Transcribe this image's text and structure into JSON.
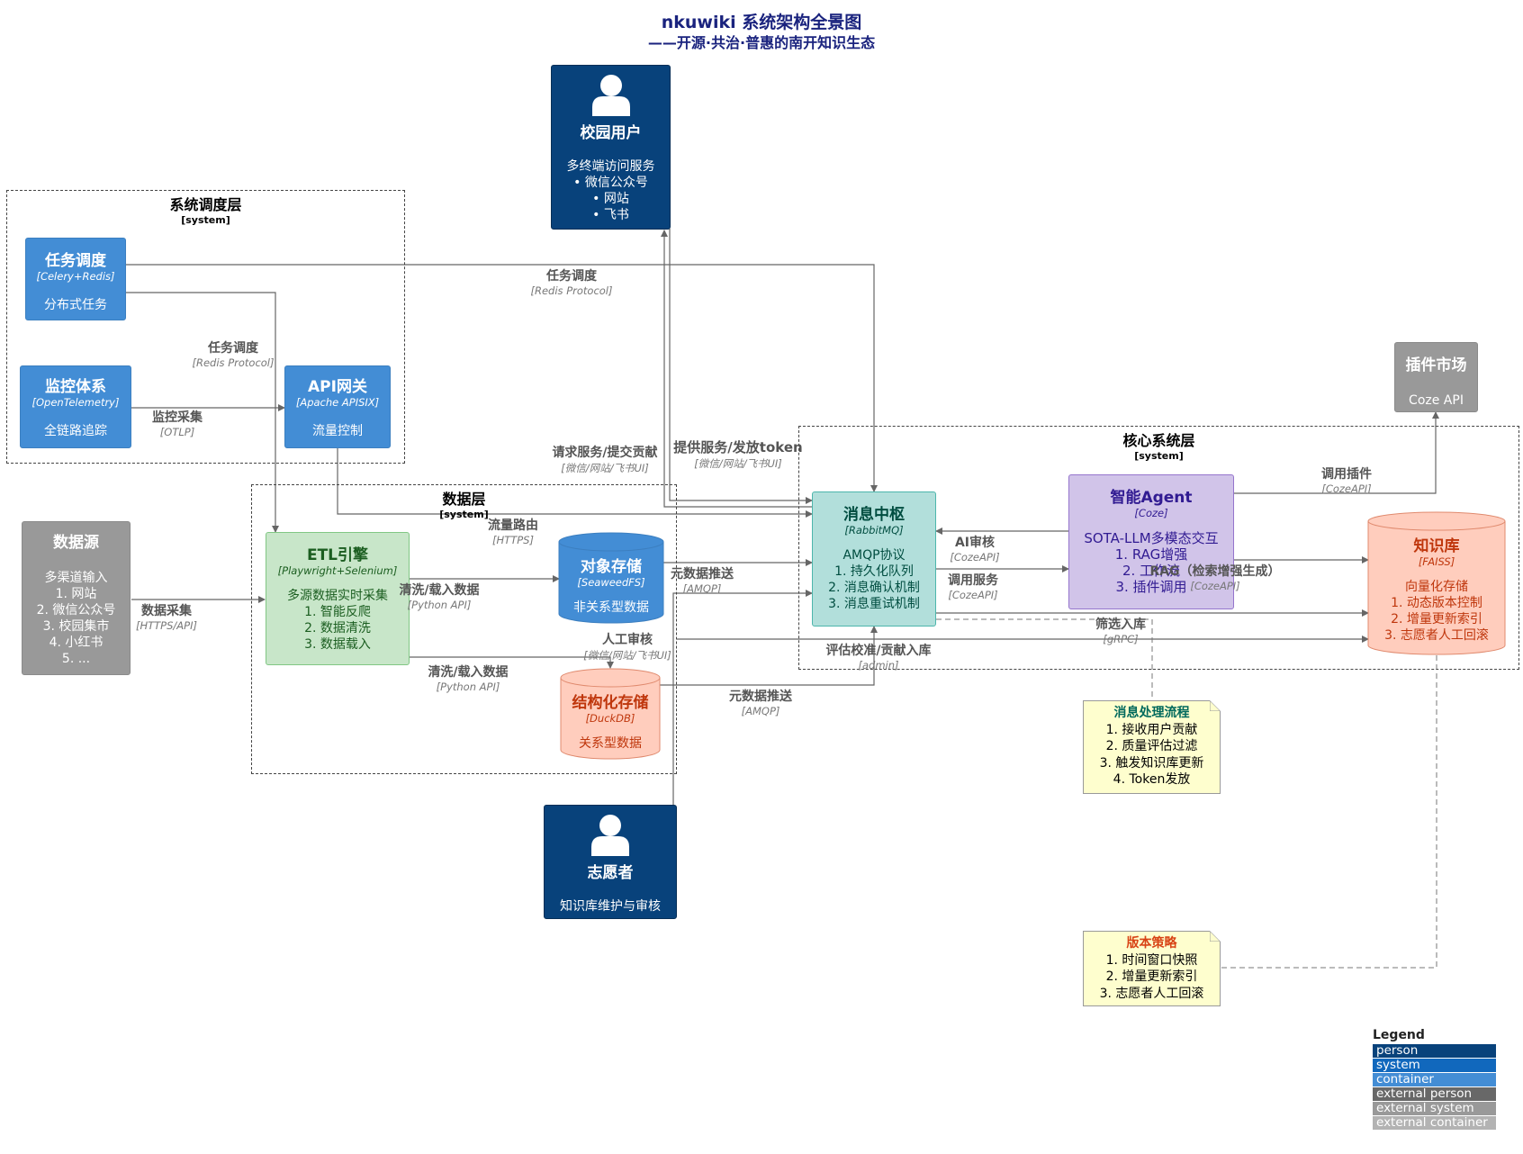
{
  "title": {
    "line1": "nkuwiki 系统架构全景图",
    "line2": "——开源·共治·普惠的南开知识生态"
  },
  "boundaries": {
    "scheduling": {
      "name": "系统调度层",
      "type": "[system]"
    },
    "data": {
      "name": "数据层",
      "type": "[system]"
    },
    "core": {
      "name": "核心系统层",
      "type": "[system]"
    }
  },
  "nodes": {
    "campus_user": {
      "name": "校园用户",
      "desc": [
        "多终端访问服务",
        "• 微信公众号",
        "• 网站",
        "• 飞书"
      ]
    },
    "task_scheduler": {
      "name": "任务调度",
      "tech": "[Celery+Redis]",
      "desc": [
        "分布式任务"
      ]
    },
    "monitoring": {
      "name": "监控体系",
      "tech": "[OpenTelemetry]",
      "desc": [
        "全链路追踪"
      ]
    },
    "api_gateway": {
      "name": "API网关",
      "tech": "[Apache APISIX]",
      "desc": [
        "流量控制"
      ]
    },
    "plugin_market": {
      "name": "插件市场",
      "desc": [
        "Coze API"
      ]
    },
    "data_source": {
      "name": "数据源",
      "desc": [
        "多渠道输入",
        "1. 网站",
        "2. 微信公众号",
        "3. 校园集市",
        "4. 小红书",
        "5. ..."
      ]
    },
    "etl": {
      "name": "ETL引擎",
      "tech": "[Playwright+Selenium]",
      "desc": [
        "多源数据实时采集",
        "1. 智能反爬",
        "2. 数据清洗",
        "3. 数据载入"
      ]
    },
    "object_storage": {
      "name": "对象存储",
      "tech": "[SeaweedFS]",
      "desc": [
        "非关系型数据"
      ]
    },
    "structured_storage": {
      "name": "结构化存储",
      "tech": "[DuckDB]",
      "desc": [
        "关系型数据"
      ]
    },
    "message_hub": {
      "name": "消息中枢",
      "tech": "[RabbitMQ]",
      "desc": [
        "AMQP协议",
        "1. 持久化队列",
        "2. 消息确认机制",
        "3. 消息重试机制"
      ]
    },
    "agent": {
      "name": "智能Agent",
      "tech": "[Coze]",
      "desc": [
        "SOTA-LLM多模态交互",
        "1. RAG增强",
        "2. 工作流",
        "3. 插件调用"
      ]
    },
    "knowledge_base": {
      "name": "知识库",
      "tech": "[FAISS]",
      "desc": [
        "向量化存储",
        "1. 动态版本控制",
        "2. 增量更新索引",
        "3. 志愿者人工回滚"
      ]
    },
    "volunteer": {
      "name": "志愿者",
      "desc": [
        "知识库维护与审核"
      ]
    }
  },
  "notes": {
    "message_flow": {
      "title": "消息处理流程",
      "lines": [
        "1. 接收用户贡献",
        "2. 质量评估过滤",
        "3. 触发知识库更新",
        "4. Token发放"
      ]
    },
    "version_policy": {
      "title": "版本策略",
      "lines": [
        "1. 时间窗口快照",
        "2. 增量更新索引",
        "3. 志愿者人工回滚"
      ]
    }
  },
  "edges": {
    "task_sched_top": {
      "name": "任务调度",
      "tech": "[Redis Protocol]"
    },
    "task_sched_left": {
      "name": "任务调度",
      "tech": "[Redis Protocol]"
    },
    "monitor_collect": {
      "name": "监控采集",
      "tech": "[OTLP]"
    },
    "request_service": {
      "name": "请求服务/提交贡献",
      "tech": "[微信/网站/飞书UI]"
    },
    "provide_service": {
      "name": "提供服务/发放token",
      "tech": "[微信/网站/飞书UI]"
    },
    "traffic_route": {
      "name": "流量路由",
      "tech": "[HTTPS]"
    },
    "data_collect": {
      "name": "数据采集",
      "tech": "[HTTPS/API]"
    },
    "clean_load_1": {
      "name": "清洗/载入数据",
      "tech": "[Python API]"
    },
    "clean_load_2": {
      "name": "清洗/载入数据",
      "tech": "[Python API]"
    },
    "meta_push_1": {
      "name": "元数据推送",
      "tech": "[AMQP]"
    },
    "meta_push_2": {
      "name": "元数据推送",
      "tech": "[AMQP]"
    },
    "manual_review": {
      "name": "人工审核",
      "tech": "[微信/网站/飞书UI]"
    },
    "ai_review": {
      "name": "AI审核",
      "tech": "[CozeAPI]"
    },
    "call_service": {
      "name": "调用服务",
      "tech": "[CozeAPI]"
    },
    "rag": {
      "name": "RAG（检索增强生成）",
      "tech": "[CozeAPI]"
    },
    "call_plugin": {
      "name": "调用插件",
      "tech": "[CozeAPI]"
    },
    "filter_ingest": {
      "name": "筛选入库",
      "tech": "[gRPC]"
    },
    "eval_contrib": {
      "name": "评估校准/贡献入库",
      "tech": "[admin]"
    }
  },
  "legend": {
    "title": "Legend",
    "items": [
      {
        "label": "person",
        "color": "#08427b"
      },
      {
        "label": "system",
        "color": "#1168bd"
      },
      {
        "label": "container",
        "color": "#438dd5"
      },
      {
        "label": "external person",
        "color": "#686868"
      },
      {
        "label": "external system",
        "color": "#999999"
      },
      {
        "label": "external container",
        "color": "#b3b3b3"
      }
    ]
  }
}
